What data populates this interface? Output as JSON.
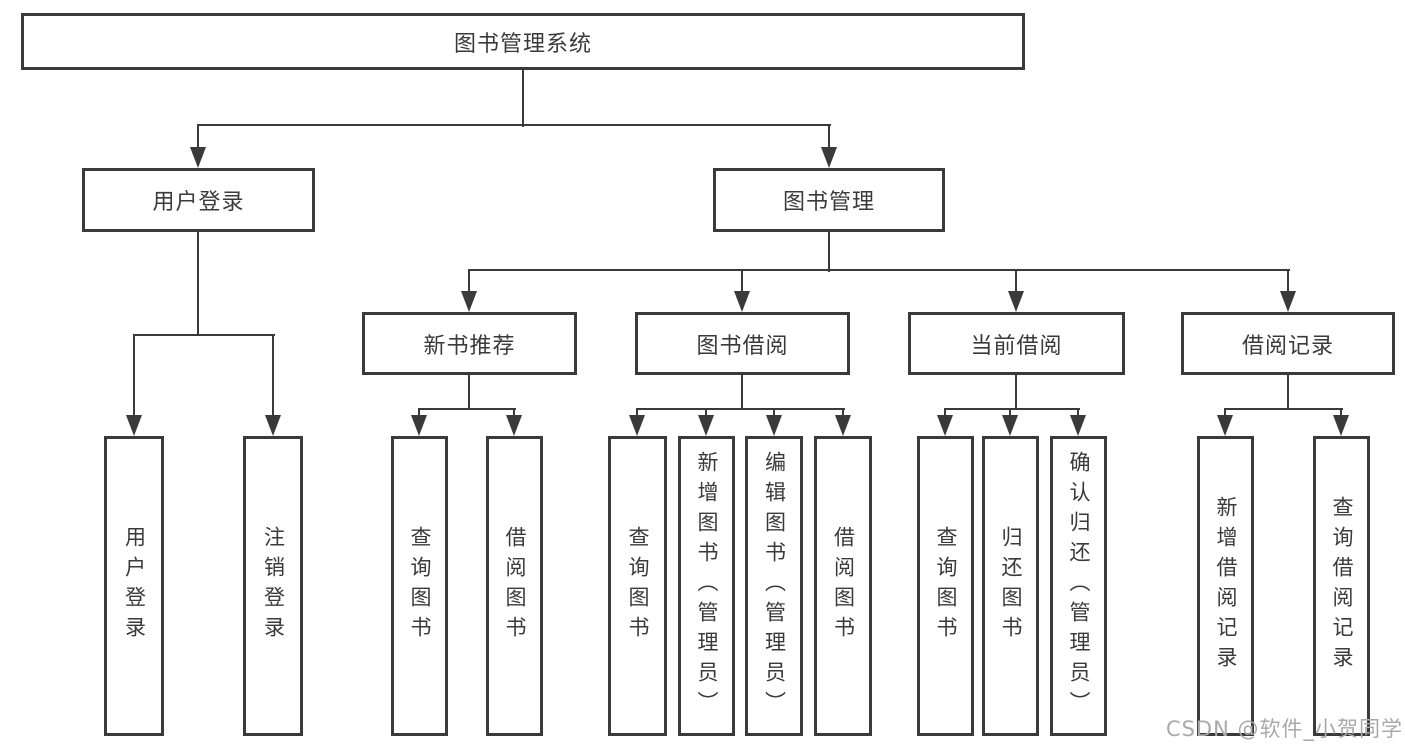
{
  "colors": {
    "background": "#ffffff",
    "box_border": "#3a3a3a",
    "line": "#3a3a3a",
    "text": "#3a3a3a",
    "watermark": "#a9a9a9"
  },
  "watermark": {
    "text": "CSDN @软件_小贺同学"
  },
  "tree": {
    "root": {
      "label": "图书管理系统"
    },
    "branches": [
      {
        "label": "用户登录",
        "children": [
          {
            "label": "用户登录"
          },
          {
            "label": "注销登录"
          }
        ]
      },
      {
        "label": "图书管理",
        "children": [
          {
            "label": "新书推荐",
            "children": [
              {
                "label": "查询图书"
              },
              {
                "label": "借阅图书"
              }
            ]
          },
          {
            "label": "图书借阅",
            "children": [
              {
                "label": "查询图书"
              },
              {
                "label": "新增图书（管理员）"
              },
              {
                "label": "编辑图书（管理员）"
              },
              {
                "label": "借阅图书"
              }
            ]
          },
          {
            "label": "当前借阅",
            "children": [
              {
                "label": "查询图书"
              },
              {
                "label": "归还图书"
              },
              {
                "label": "确认归还（管理员）"
              }
            ]
          },
          {
            "label": "借阅记录",
            "children": [
              {
                "label": "新增借阅记录"
              },
              {
                "label": "查询借阅记录"
              }
            ]
          }
        ]
      }
    ]
  }
}
